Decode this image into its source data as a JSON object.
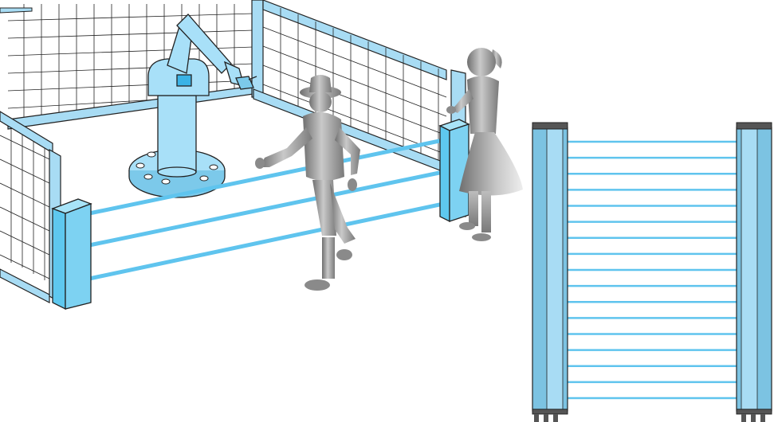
{
  "illustration": {
    "left_scene": {
      "subject": "robot-work-cell-with-light-curtain",
      "beam_count": 3,
      "people_count": 2
    },
    "right_scene": {
      "subject": "safety-light-curtain-pair",
      "beam_count": 17
    },
    "colors": {
      "fence_frame": "#a8dcf4",
      "fence_outline": "#1a1a1a",
      "post_fill": "#5ec8ef",
      "beam": "#5fc4ee",
      "robot_body": "#a8e0f8",
      "person_gray": "#9a9a9a",
      "curtain_fill": "#7cc3e2",
      "curtain_cap": "#555555",
      "background": "#ffffff"
    }
  }
}
